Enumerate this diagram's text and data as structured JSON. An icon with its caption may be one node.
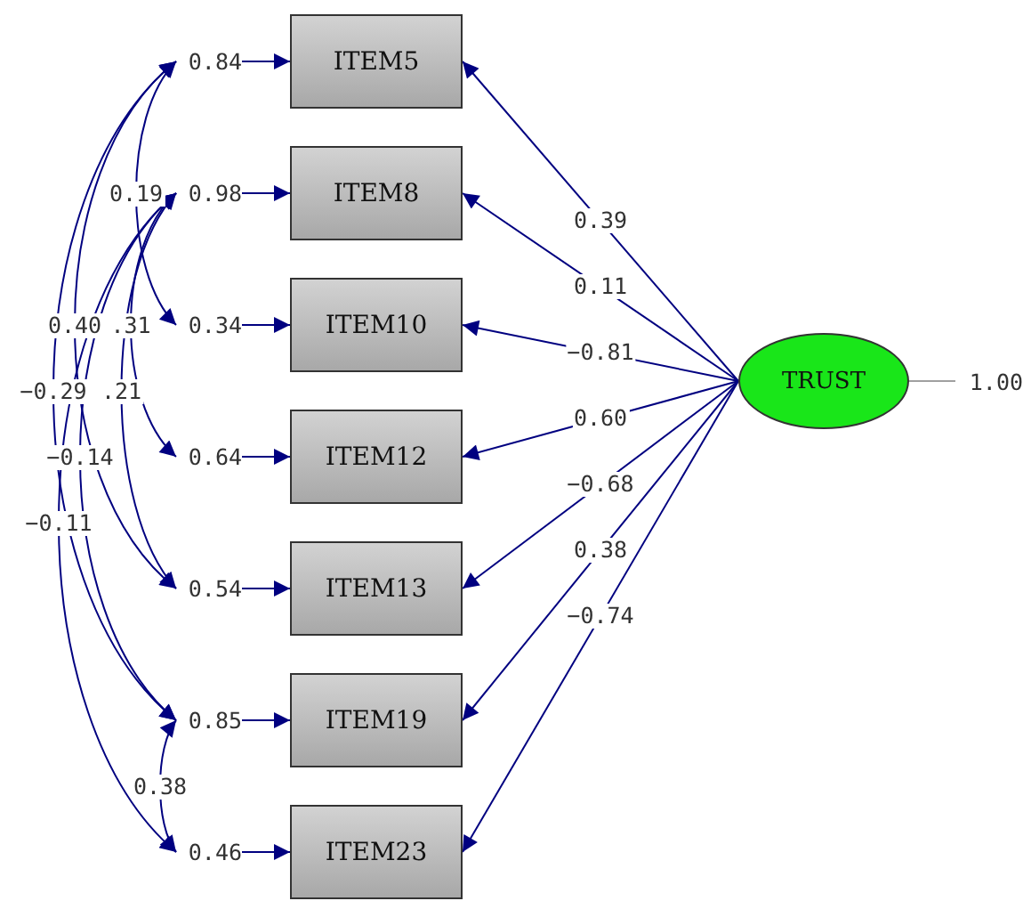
{
  "diagram": {
    "nodes": [
      {
        "text": [
          "ITEM5"
        ]
      },
      {
        "text": [
          "ITEM8"
        ]
      },
      {
        "text": [
          "ITEM10"
        ]
      },
      {
        "text": [
          "ITEM12"
        ]
      },
      {
        "text": [
          "ITEM13"
        ]
      },
      {
        "text": [
          "ITEM19"
        ]
      },
      {
        "text": [
          "ITEM23"
        ]
      },
      {
        "text": [
          "TRUST"
        ]
      },
      {
        "text": [
          "0.84"
        ]
      },
      {
        "text": [
          "0.98"
        ]
      },
      {
        "text": [
          "0.34"
        ]
      },
      {
        "text": [
          "0.64"
        ]
      },
      {
        "text": [
          "0.54"
        ]
      },
      {
        "text": [
          "0.85"
        ]
      },
      {
        "text": [
          "0.46"
        ]
      },
      {
        "text": [
          "1.00"
        ]
      }
    ],
    "edges": [
      {
        "from": 7,
        "to": 0,
        "arrow": "to",
        "label": "0.39"
      },
      {
        "from": 7,
        "to": 1,
        "arrow": "to",
        "label": "0.11"
      },
      {
        "from": 7,
        "to": 2,
        "arrow": "to",
        "label": "−0.81"
      },
      {
        "from": 7,
        "to": 3,
        "arrow": "to",
        "label": "0.60"
      },
      {
        "from": 7,
        "to": 4,
        "arrow": "to",
        "label": "−0.68"
      },
      {
        "from": 7,
        "to": 5,
        "arrow": "to",
        "label": "0.38"
      },
      {
        "from": 7,
        "to": 6,
        "arrow": "to",
        "label": "−0.74"
      },
      {
        "from": 8,
        "to": 0,
        "arrow": "to"
      },
      {
        "from": 9,
        "to": 1,
        "arrow": "to"
      },
      {
        "from": 10,
        "to": 2,
        "arrow": "to"
      },
      {
        "from": 11,
        "to": 3,
        "arrow": "to"
      },
      {
        "from": 12,
        "to": 4,
        "arrow": "to"
      },
      {
        "from": 13,
        "to": 5,
        "arrow": "to"
      },
      {
        "from": 14,
        "to": 6,
        "arrow": "to"
      },
      {
        "from": 7,
        "to": 15,
        "arrow": "none",
        "color": "#a0a0a0"
      },
      {
        "from": 8,
        "to": 10,
        "arrow": "both",
        "label": "0.19"
      },
      {
        "from": 8,
        "to": 12,
        "arrow": "both",
        "label": "0.40"
      },
      {
        "from": 9,
        "to": 11,
        "arrow": "both",
        "label": ".31"
      },
      {
        "from": 8,
        "to": 13,
        "arrow": "both",
        "label": "−0.29"
      },
      {
        "from": 9,
        "to": 12,
        "arrow": "both",
        "label": ".21"
      },
      {
        "from": 9,
        "to": 13,
        "arrow": "both",
        "label": "−0.14"
      },
      {
        "from": 9,
        "to": 14,
        "arrow": "both",
        "label": "−0.11"
      },
      {
        "from": 13,
        "to": 14,
        "arrow": "both",
        "label": "0.38"
      }
    ]
  }
}
